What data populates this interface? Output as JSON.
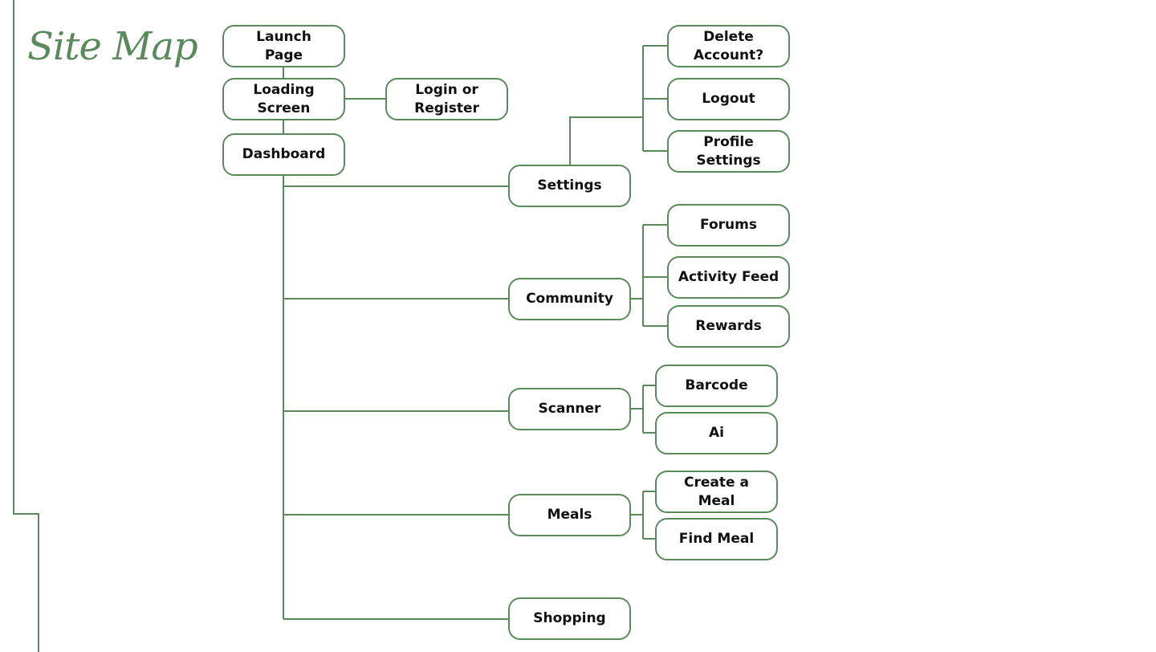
{
  "title": "Site Map",
  "colors": {
    "accent": "#5a8a5c",
    "text": "#111111",
    "background": "#ffffff"
  },
  "nodes": {
    "launch_page": "Launch\nPage",
    "loading_screen": "Loading\nScreen",
    "login_register": "Login or\nRegister",
    "dashboard": "Dashboard",
    "settings": "Settings",
    "community": "Community",
    "scanner": "Scanner",
    "meals": "Meals",
    "shopping": "Shopping",
    "delete_account": "Delete\nAccount?",
    "logout": "Logout",
    "profile_settings": "Profile\nSettings",
    "forums": "Forums",
    "activity_feed": "Activity Feed",
    "rewards": "Rewards",
    "barcode": "Barcode",
    "ai": "Ai",
    "create_meal": "Create a\nMeal",
    "find_meal": "Find Meal"
  }
}
